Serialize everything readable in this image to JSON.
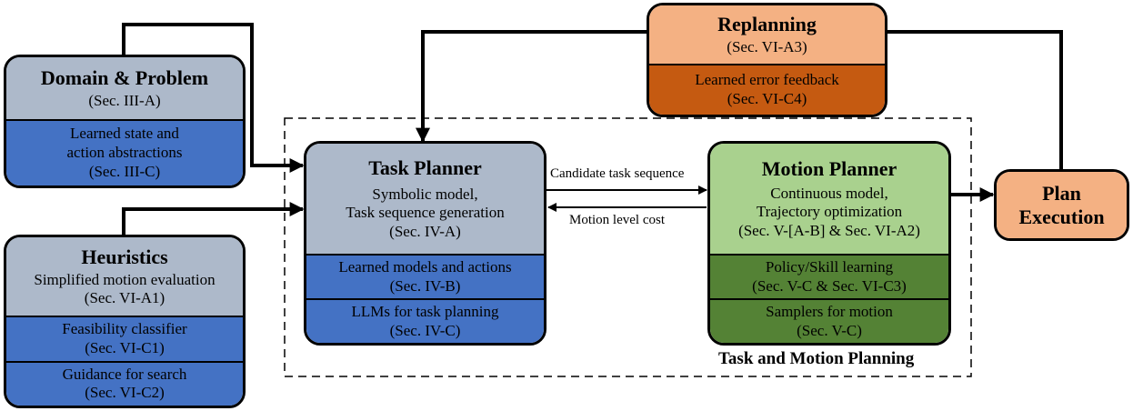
{
  "domain_problem": {
    "title": "Domain & Problem",
    "ref": "(Sec. III-A)",
    "learned_line1": "Learned state and",
    "learned_line2": "action abstractions",
    "learned_ref": "(Sec. III-C)"
  },
  "heuristics": {
    "title": "Heuristics",
    "subtitle": "Simplified motion evaluation",
    "ref": "(Sec. VI-A1)",
    "feasibility": "Feasibility classifier",
    "feasibility_ref": "(Sec. VI-C1)",
    "guidance": "Guidance for search",
    "guidance_ref": "(Sec. VI-C2)"
  },
  "task_planner": {
    "title": "Task Planner",
    "line1": "Symbolic model,",
    "line2": "Task sequence generation",
    "ref": "(Sec. IV-A)",
    "learned": "Learned models and actions",
    "learned_ref": "(Sec. IV-B)",
    "llm": "LLMs for task planning",
    "llm_ref": "(Sec. IV-C)"
  },
  "motion_planner": {
    "title": "Motion Planner",
    "line1": "Continuous model,",
    "line2": "Trajectory optimization",
    "ref": "(Sec. V-[A-B] & Sec. VI-A2)",
    "policy": "Policy/Skill learning",
    "policy_ref": "(Sec. V-C & Sec. VI-C3)",
    "samplers": "Samplers for motion",
    "samplers_ref": "(Sec. V-C)"
  },
  "replanning": {
    "title": "Replanning",
    "ref": "(Sec. VI-A3)",
    "feedback": "Learned error feedback",
    "feedback_ref": "(Sec. VI-C4)"
  },
  "plan_execution": {
    "line1": "Plan",
    "line2": "Execution"
  },
  "edges": {
    "candidate": "Candidate task sequence",
    "motion_cost": "Motion level cost"
  },
  "frame_label": "Task and Motion Planning",
  "colors": {
    "gray": "#adb9ca",
    "blue": "#4472c4",
    "light_green": "#a9d18e",
    "dark_green": "#548235",
    "light_orange": "#f4b183",
    "dark_orange": "#c55a11"
  }
}
